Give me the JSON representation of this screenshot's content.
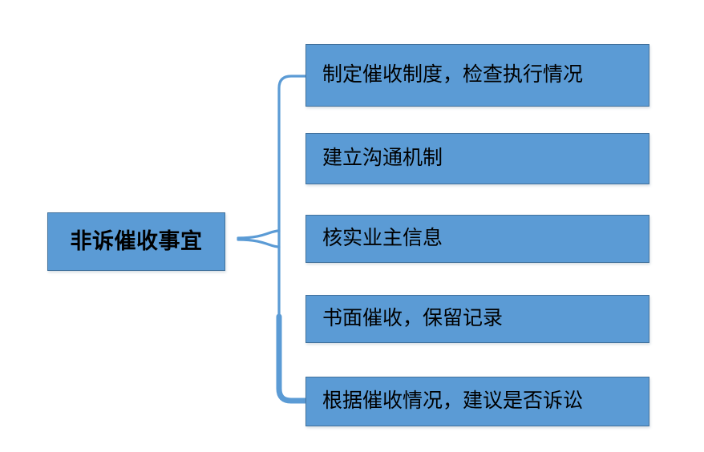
{
  "diagram": {
    "type": "horizontal-hierarchy",
    "title": "非诉催收事宜",
    "background_color": "#FFFFFF",
    "node_fill_color": "#5B9BD5",
    "node_border_color": "#41719C",
    "connector_color": "#5B9BD5",
    "text_color": "#000000",
    "root": {
      "label": "非诉催收事宜"
    },
    "children": [
      {
        "label": "制定催收制度，检查执行情况"
      },
      {
        "label": "建立沟通机制"
      },
      {
        "label": "核实业主信息"
      },
      {
        "label": "书面催收，保留记录"
      },
      {
        "label": "根据催收情况，建议是否诉讼"
      }
    ]
  }
}
